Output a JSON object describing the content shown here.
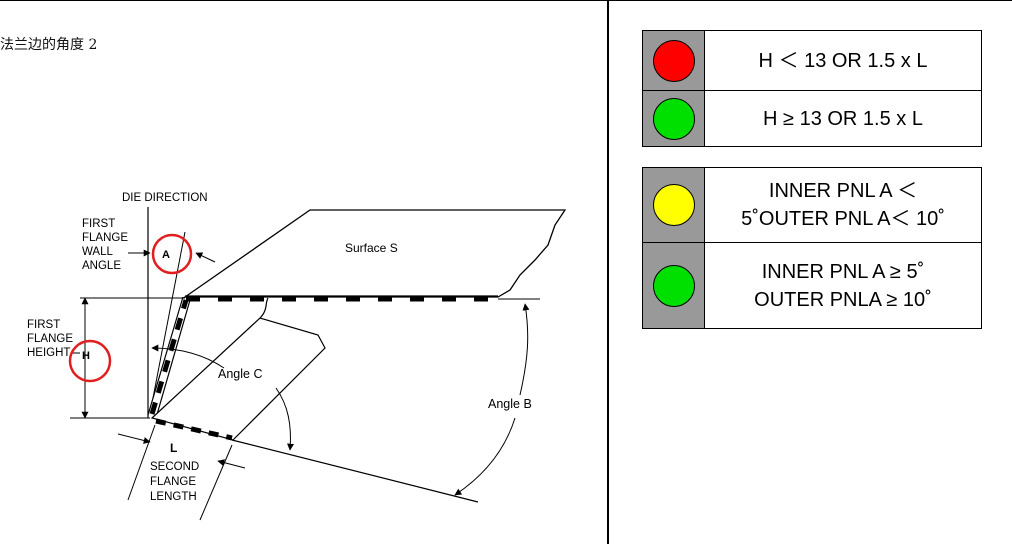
{
  "page": {
    "title": "法兰边的角度 2"
  },
  "diagram": {
    "labels": {
      "die_direction": "DIE DIRECTION",
      "first_flange_wall_angle": [
        "FIRST",
        "FLANGE",
        "WALL",
        "ANGLE"
      ],
      "first_flange_height": [
        "FIRST",
        "FLANGE",
        "HEIGHT"
      ],
      "second_flange_length": [
        "SECOND",
        "FLANGE",
        "LENGTH"
      ],
      "surface": "Surface S",
      "angle_b": "Angle B",
      "angle_c": "Angle C",
      "marker_a": "A",
      "marker_h": "H",
      "marker_l": "L"
    },
    "colors": {
      "highlight_circle": "#e02020"
    }
  },
  "legend": {
    "table1": [
      {
        "light_color": "#ff0000",
        "light_icon": "red-light-icon",
        "text": "H ＜ 13 OR 1.5 x L"
      },
      {
        "light_color": "#00e000",
        "light_icon": "green-light-icon",
        "text": "H ≥ 13 OR 1.5 x L"
      }
    ],
    "table2": [
      {
        "light_color": "#ffff00",
        "light_icon": "yellow-light-icon",
        "lines": [
          "INNER PNL A ＜",
          "5˚OUTER PNL A＜ 10˚"
        ]
      },
      {
        "light_color": "#00e000",
        "light_icon": "green-light-icon",
        "lines": [
          "INNER PNL A ≥ 5˚",
          "OUTER PNLA ≥ 10˚"
        ]
      }
    ]
  }
}
